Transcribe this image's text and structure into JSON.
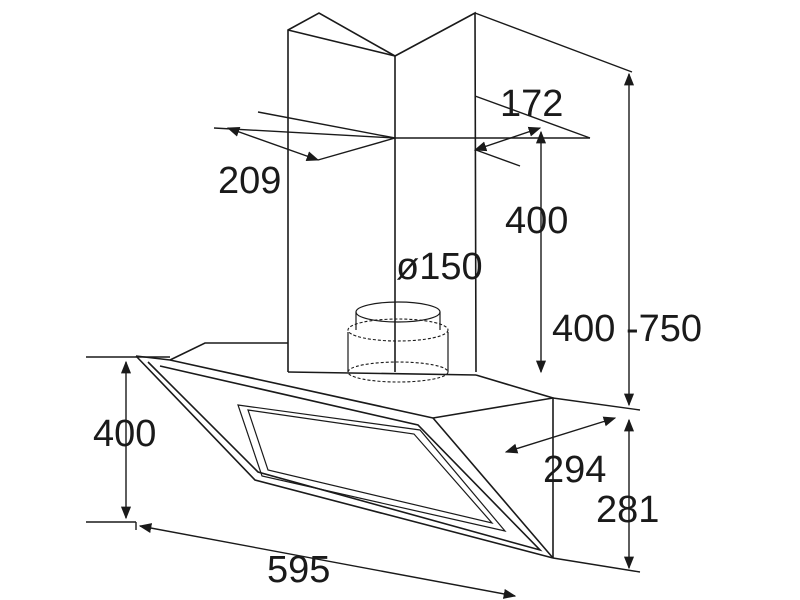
{
  "dimensions": {
    "chimney_depth": "209",
    "chimney_width": "172",
    "chimney_height": "400",
    "duct_diameter": "ø150",
    "total_height_range": "400 -750",
    "hood_height": "400",
    "hood_depth": "294",
    "hood_side_height": "281",
    "hood_width": "595"
  },
  "colors": {
    "line": "#1a1a1a",
    "background": "#ffffff"
  }
}
